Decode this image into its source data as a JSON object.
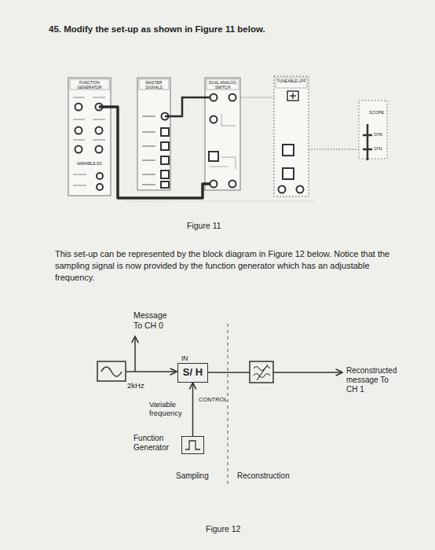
{
  "diagram": {
    "title": "45. Modify the set-up as shown in Figure 11 below.",
    "nodes": [
      {
        "text": [
          "S/ H"
        ]
      },
      {
        "text": [
          "Function Generator"
        ]
      }
    ],
    "edges": [
      {
        "from": 1,
        "to": 0,
        "arrow": "to"
      }
    ],
    "labels": [
      "FUNCTION GENERATOR",
      "VARIABLE DC",
      "MASTER SIGNALS",
      "DUAL ANALOG SWITCH",
      "TUNEABLE LPF",
      "SCOPE",
      "CH0",
      "CH1",
      "Figure 11",
      "This set-up can be represented by the block diagram in Figure 12 below. Notice that the sampling signal is now provided by the function generator which has an adjustable frequency.",
      "Message To CH 0",
      "IN",
      "2kHz",
      "CONTROL",
      "Variable frequency",
      "Reconstructed message To CH 1",
      "Sampling",
      "Reconstruction",
      "Figure 12"
    ]
  }
}
